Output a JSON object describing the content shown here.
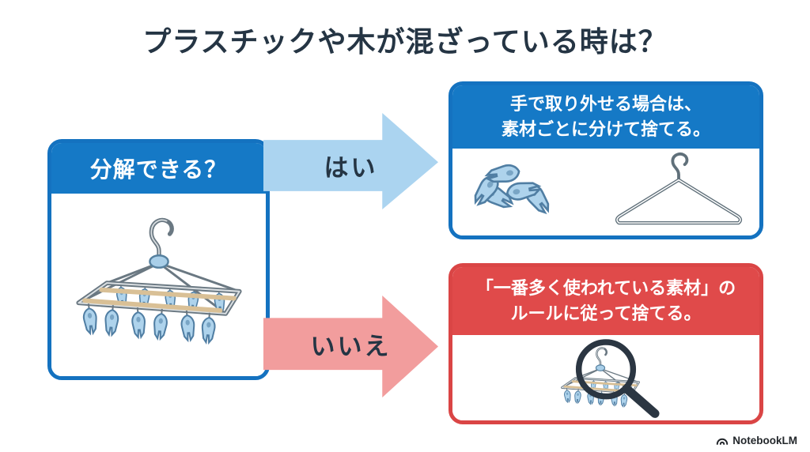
{
  "title": "プラスチックや木が混ざっている時は？",
  "question_box": {
    "heading": "分解できる？",
    "illustration": "laundry-clip-hanger"
  },
  "yes_path": {
    "arrow_label": "はい",
    "result_box": {
      "heading_line1": "手で取り外せる場合は、",
      "heading_line2": "素材ごとに分けて捨てる。",
      "illustration": "clothespins-and-wire-hanger"
    }
  },
  "no_path": {
    "arrow_label": "いいえ",
    "result_box": {
      "heading_line1": "「一番多く使われている素材」の",
      "heading_line2": "ルールに従って捨てる。",
      "illustration": "clip-hanger-under-magnifier"
    }
  },
  "watermark": {
    "brand": "NotebookLM"
  },
  "colors": {
    "title_text": "#253544",
    "blue_header": "#1579c6",
    "blue_border": "#1472c0",
    "red_header": "#e04a4a",
    "red_border": "#da4545",
    "yes_arrow_fill": "#abd4f0",
    "no_arrow_fill": "#f29d9d",
    "arrow_label_text": "#253544",
    "clip_blue": "#aed3ec",
    "wood_tan": "#d9c096"
  }
}
